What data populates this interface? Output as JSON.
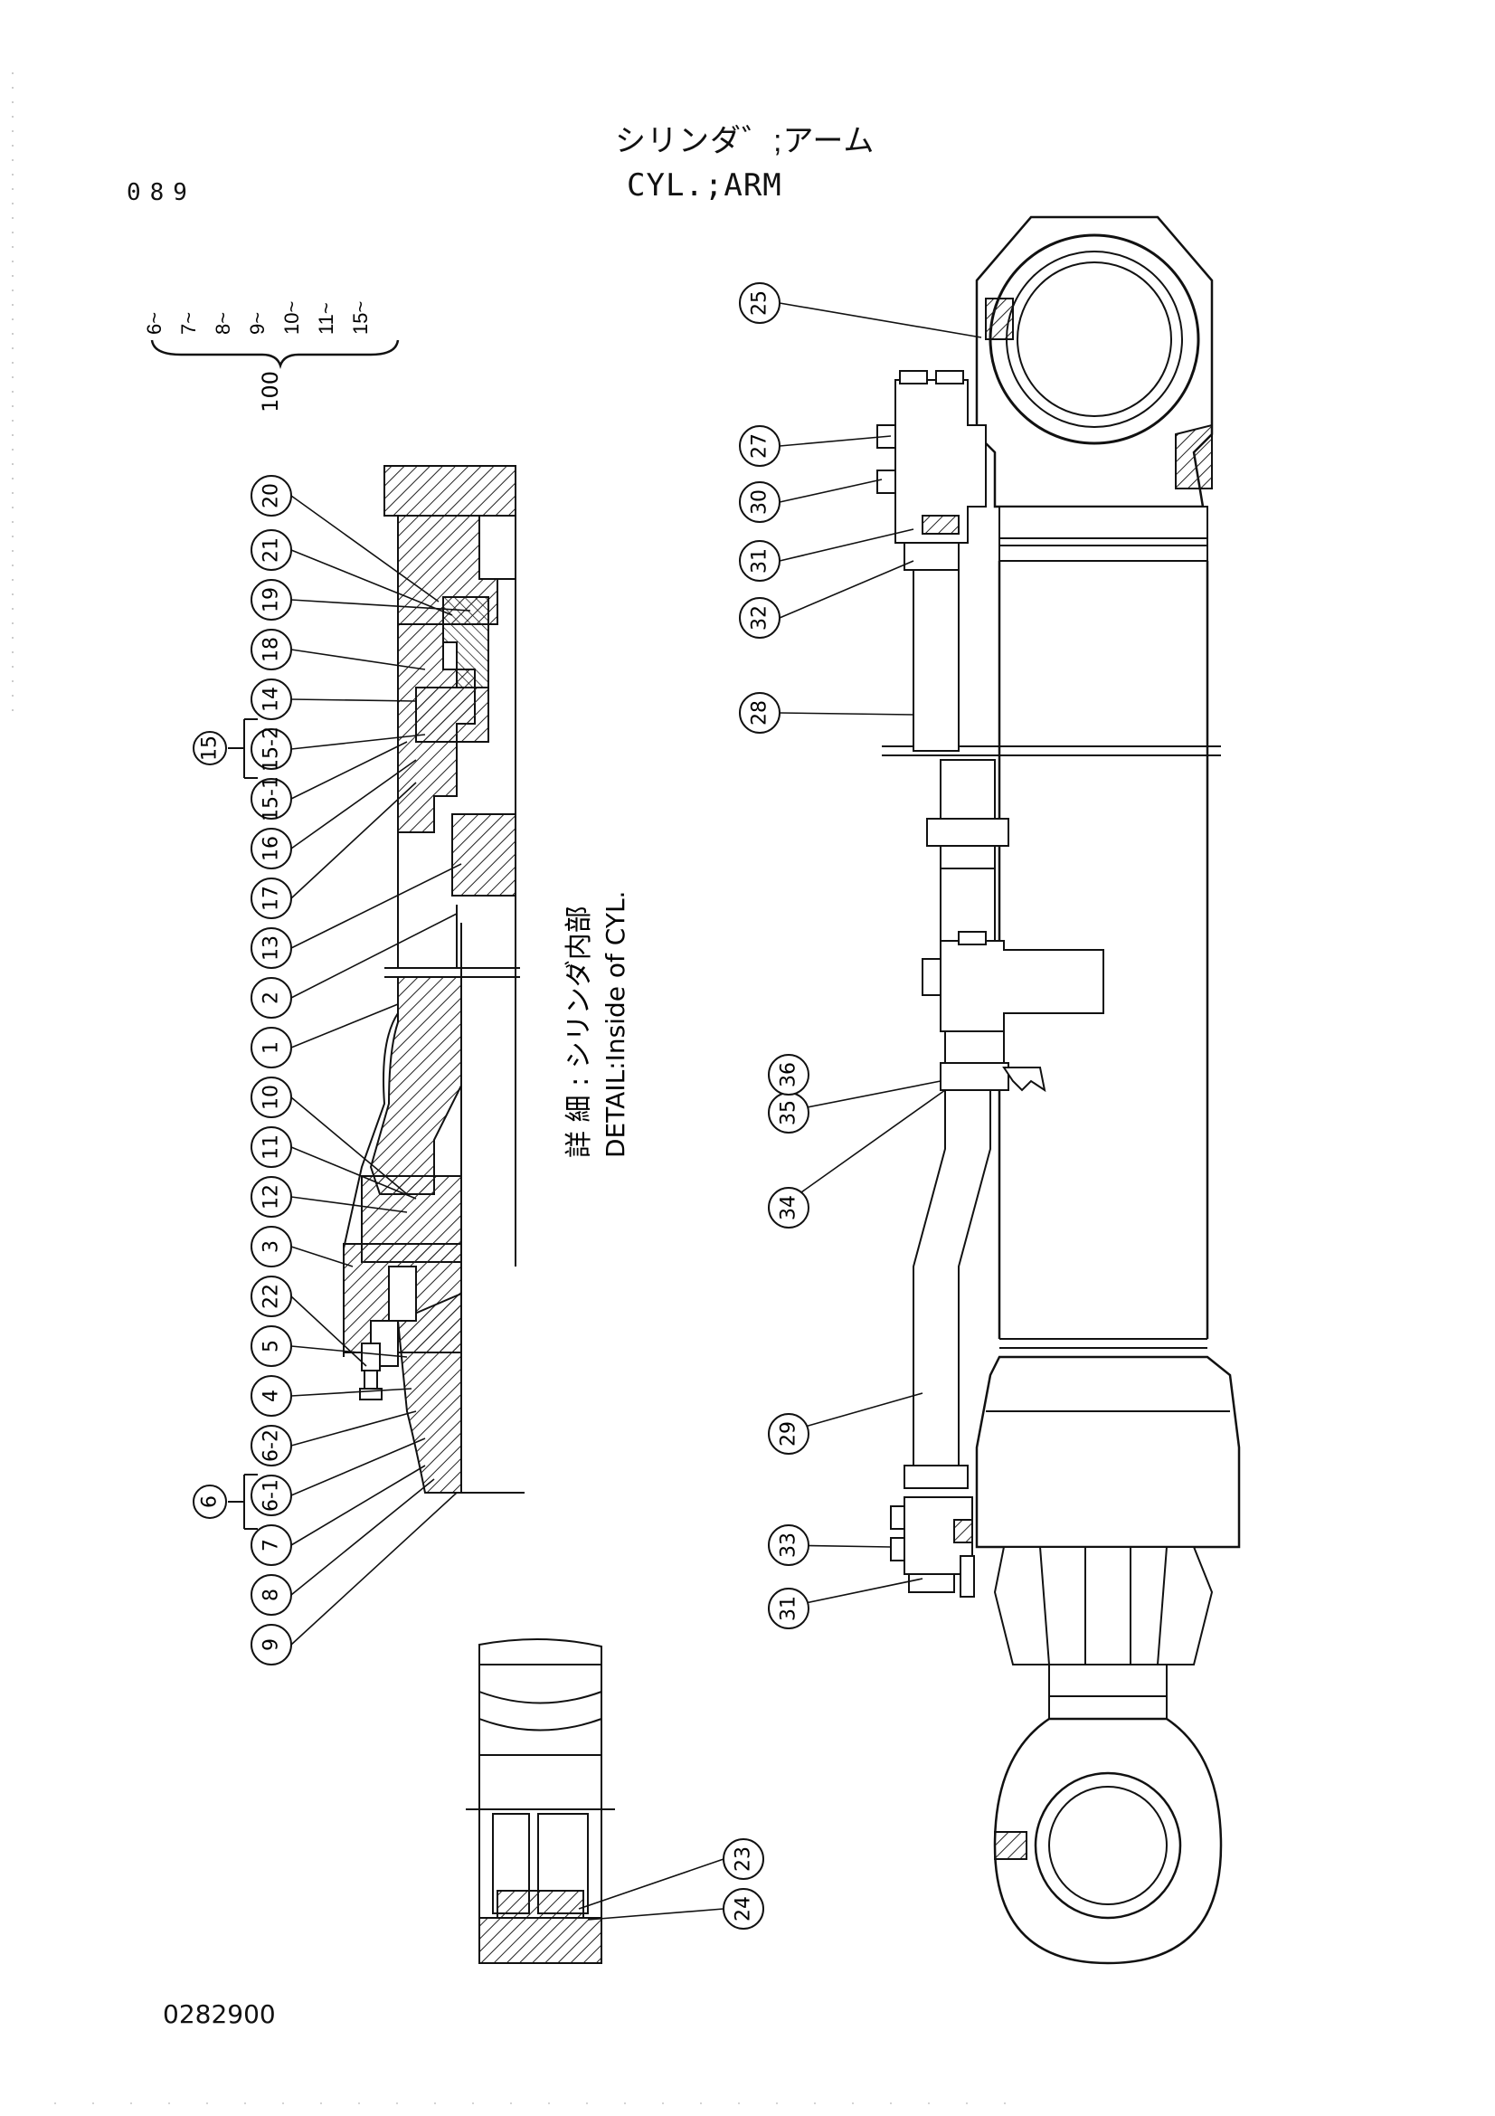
{
  "header": {
    "title_jp": "シリンダ゛;アーム",
    "title_en": "CYL.;ARM",
    "page_number": "089"
  },
  "footer": {
    "drawing_code": "0282900"
  },
  "detail_note": {
    "jp": "詳 細 : シリンダ内部",
    "en": "DETAIL:Inside of CYL."
  },
  "kit": {
    "number": "100",
    "members": [
      "6~",
      "7~",
      "8~",
      "9~",
      "10~",
      "11~",
      "15~"
    ]
  },
  "groups": {
    "g15": {
      "label": "15",
      "members": [
        "15-2",
        "15-1"
      ]
    },
    "g6": {
      "label": "6",
      "members": [
        "6-2",
        "6-1"
      ]
    }
  },
  "left_callouts": [
    "20",
    "21",
    "19",
    "18",
    "14",
    "15-2",
    "15-1",
    "16",
    "17",
    "13",
    "2",
    "1",
    "10",
    "11",
    "12",
    "3",
    "22",
    "5",
    "4",
    "6-2",
    "6-1",
    "7",
    "8",
    "9"
  ],
  "right_callouts": [
    "25",
    "27",
    "30",
    "31",
    "32",
    "28",
    "35",
    "36",
    "34",
    "29",
    "33",
    "31"
  ],
  "bottom_callouts": [
    "23",
    "24"
  ]
}
